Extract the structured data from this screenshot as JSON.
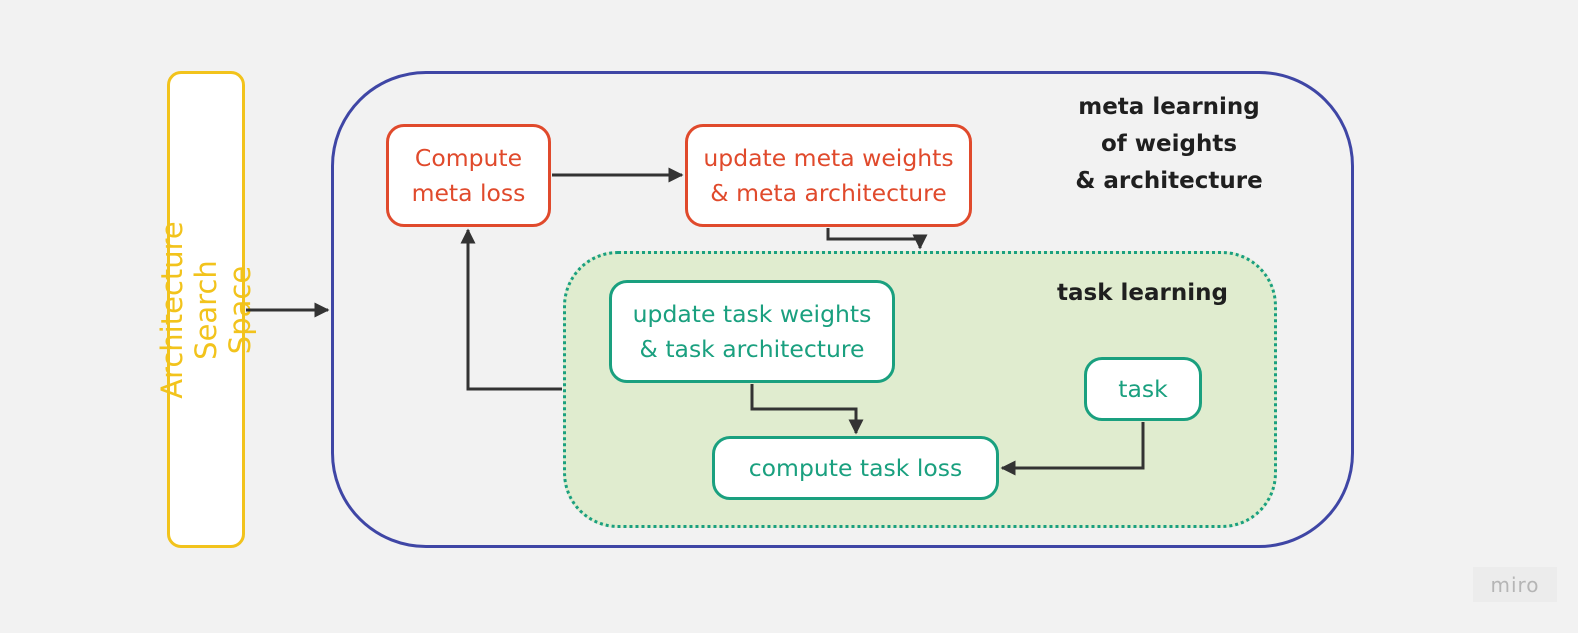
{
  "diagram": {
    "side_label": "Architecture Search Space",
    "outer_title": "meta learning\nof weights\n& architecture",
    "inner_title": "task learning",
    "nodes": {
      "compute_meta_loss": "Compute\nmeta loss",
      "update_meta": "update meta weights\n& meta architecture",
      "update_task": "update task weights\n& task architecture",
      "task": "task",
      "compute_task_loss": "compute task loss"
    }
  },
  "colors": {
    "background": "#f2f2f2",
    "meta_frame": "#3f46a5",
    "search_space": "#f2c31c",
    "meta_nodes": "#e04a2c",
    "task_nodes": "#1aa07f",
    "task_area_fill": "#e0eccf",
    "arrow": "#333333"
  },
  "watermark": "miro"
}
